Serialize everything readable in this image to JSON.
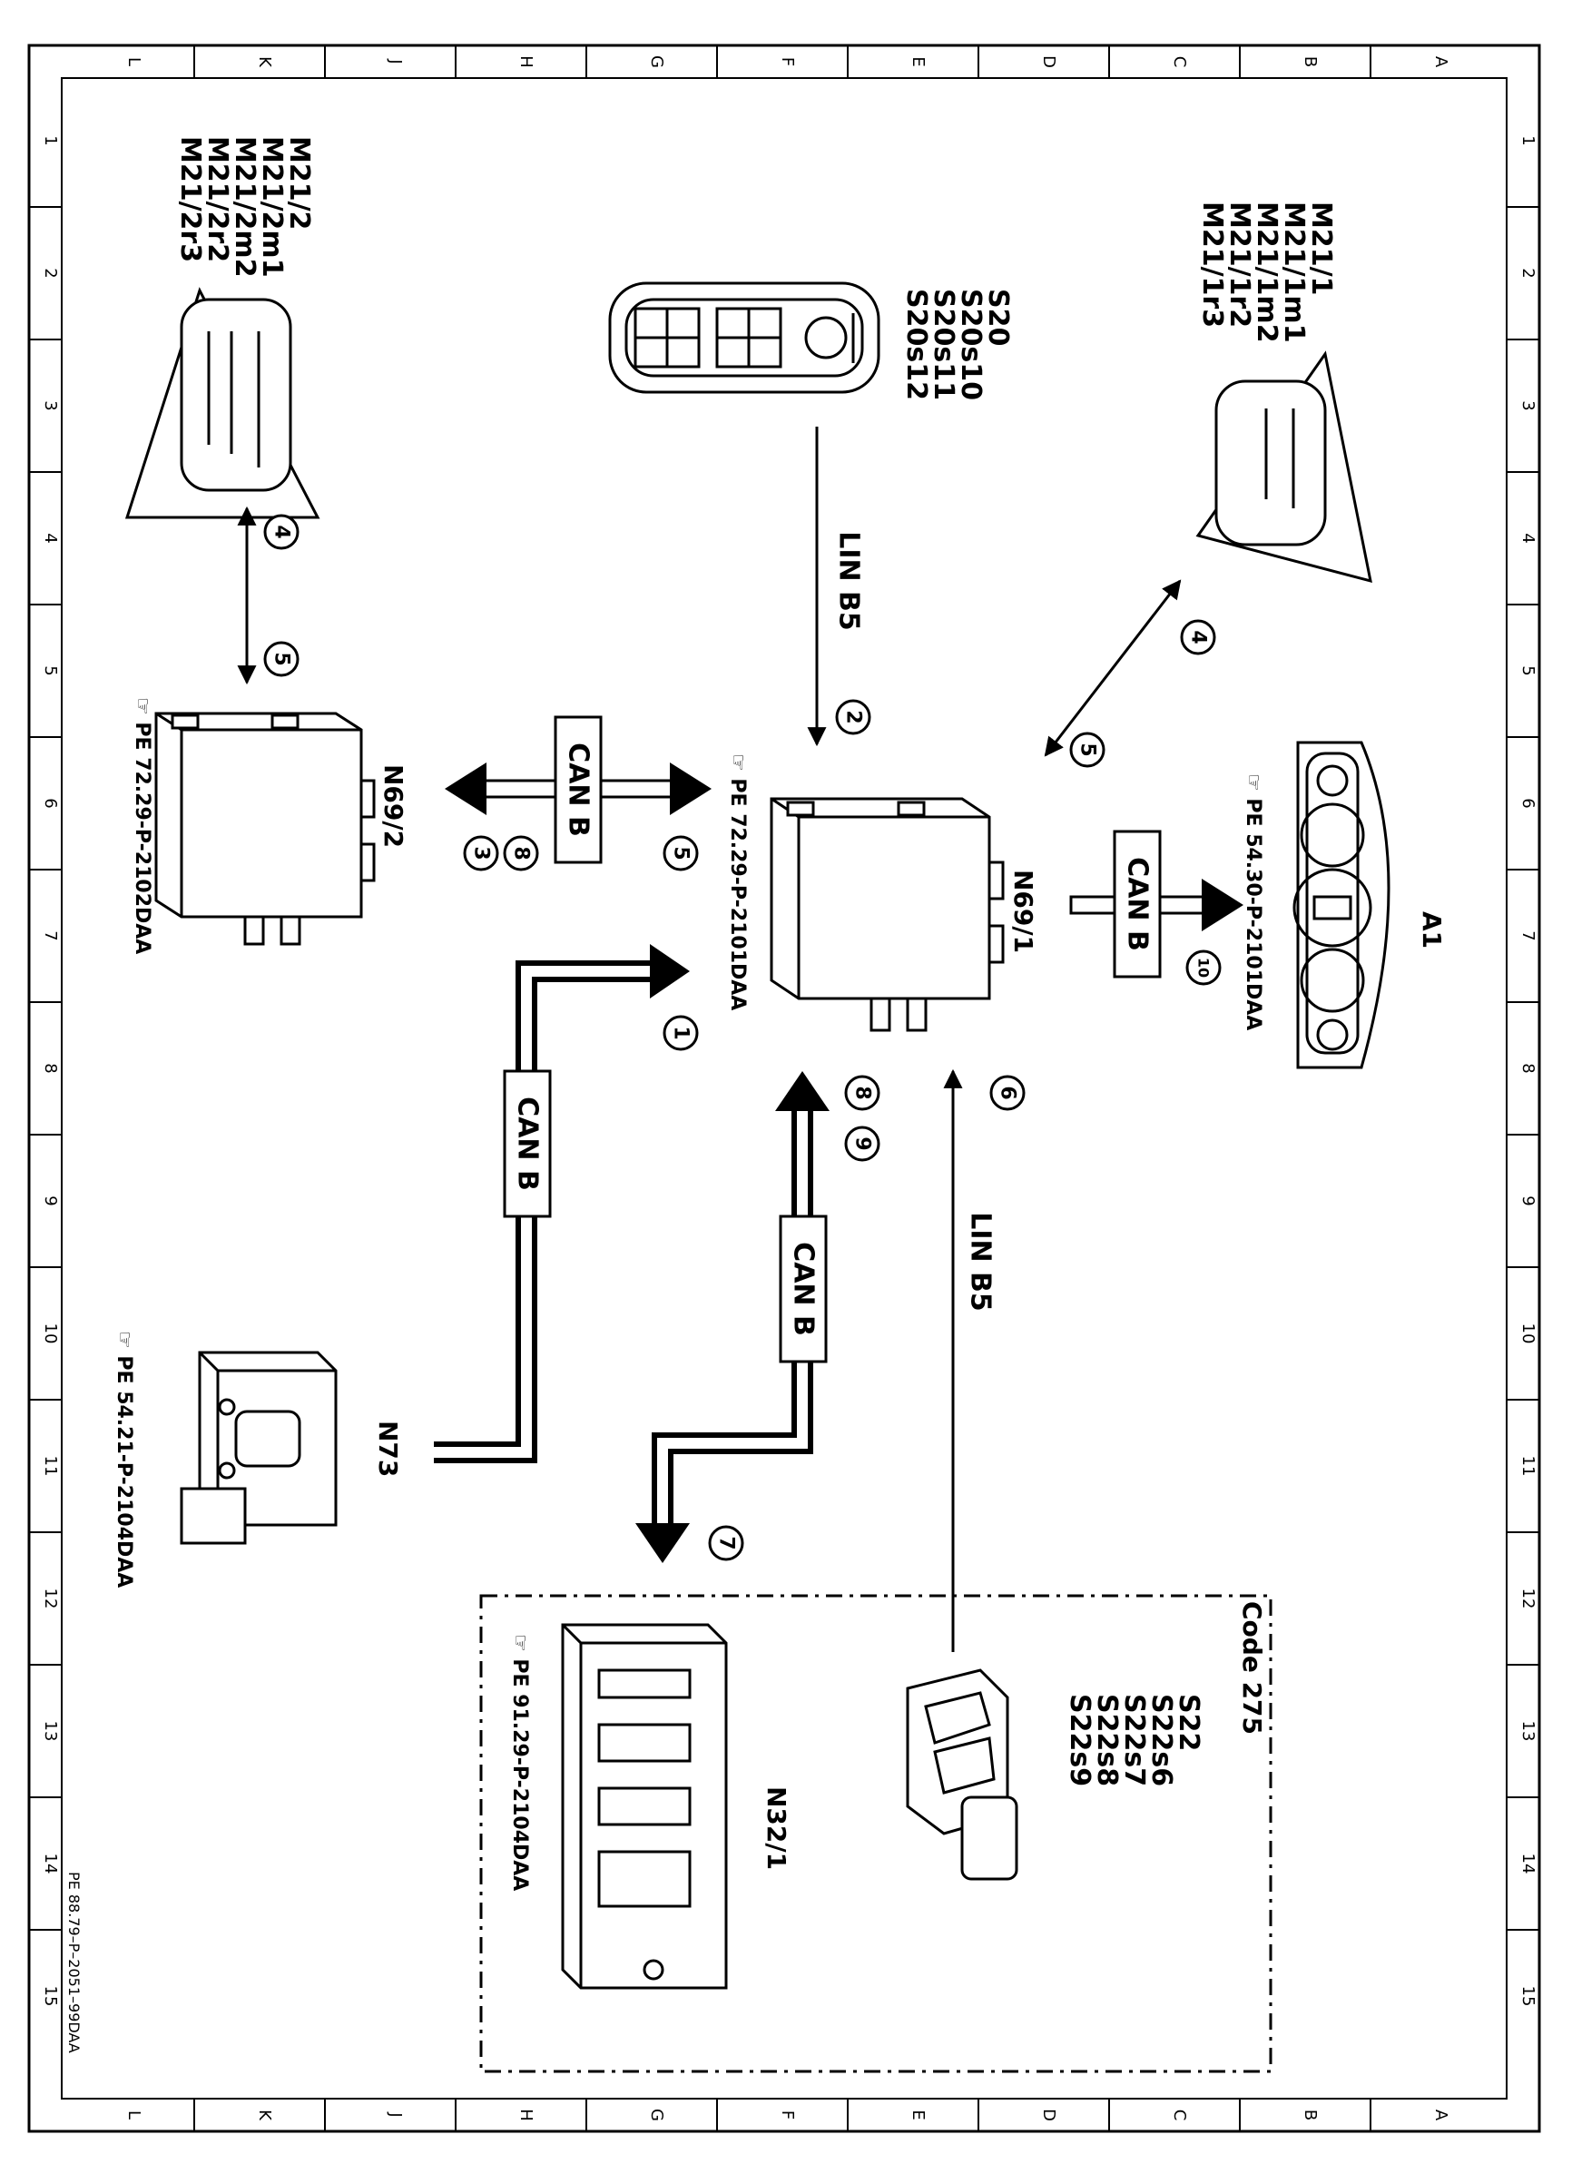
{
  "frame": {
    "col_letters": [
      "L",
      "K",
      "J",
      "H",
      "G",
      "F",
      "E",
      "D",
      "C",
      "B",
      "A"
    ],
    "row_numbers": [
      "1",
      "2",
      "3",
      "4",
      "5",
      "6",
      "7",
      "8",
      "9",
      "10",
      "11",
      "12",
      "13",
      "14",
      "15"
    ],
    "drawing_code": "PE 88.79–P–2051–99DAA"
  },
  "components": {
    "mirror_left": {
      "labels": [
        "M21/2",
        "M21/2m1",
        "M21/2m2",
        "M21/2r2",
        "M21/2r3"
      ]
    },
    "mirror_right": {
      "labels": [
        "M21/1",
        "M21/1m1",
        "M21/1m2",
        "M21/1r2",
        "M21/1r3"
      ]
    },
    "switch_block": {
      "labels": [
        "S20",
        "S20s10",
        "S20s11",
        "S20s12"
      ]
    },
    "door_module_left": {
      "label": "N69/2",
      "ref": "PE 72.29-P-2102DAA"
    },
    "door_module_right": {
      "label": "N69/1",
      "ref": "PE 72.29-P-2101DAA"
    },
    "instrument_cluster": {
      "label": "A1",
      "ref": "PE 54.30-P-2101DAA"
    },
    "ignition_switch": {
      "label": "N73",
      "ref": "PE 54.21-P-2104DAA"
    },
    "sam_module": {
      "label": "N32/1",
      "ref": "PE 91.29-P-2104DAA"
    },
    "seat_switch": {
      "labels": [
        "S22",
        "S22s6",
        "S22s7",
        "S22s8",
        "S22s9"
      ]
    },
    "code_box": {
      "label": "Code 275"
    }
  },
  "buses": {
    "lin_top": "LIN B5",
    "lin_bottom": "LIN B5",
    "can_h": "CAN B",
    "can_a1": "CAN B",
    "can_n73": "CAN B",
    "can_n32": "CAN B"
  },
  "markers": {
    "m1": "1",
    "m2": "2",
    "m3": "3",
    "m4l": "4",
    "m5l": "5",
    "m4r": "4",
    "m5r": "5",
    "m5c": "5",
    "m6": "6",
    "m7": "7",
    "m8": "8",
    "m8b": "8",
    "m9": "9",
    "m10": "10"
  }
}
